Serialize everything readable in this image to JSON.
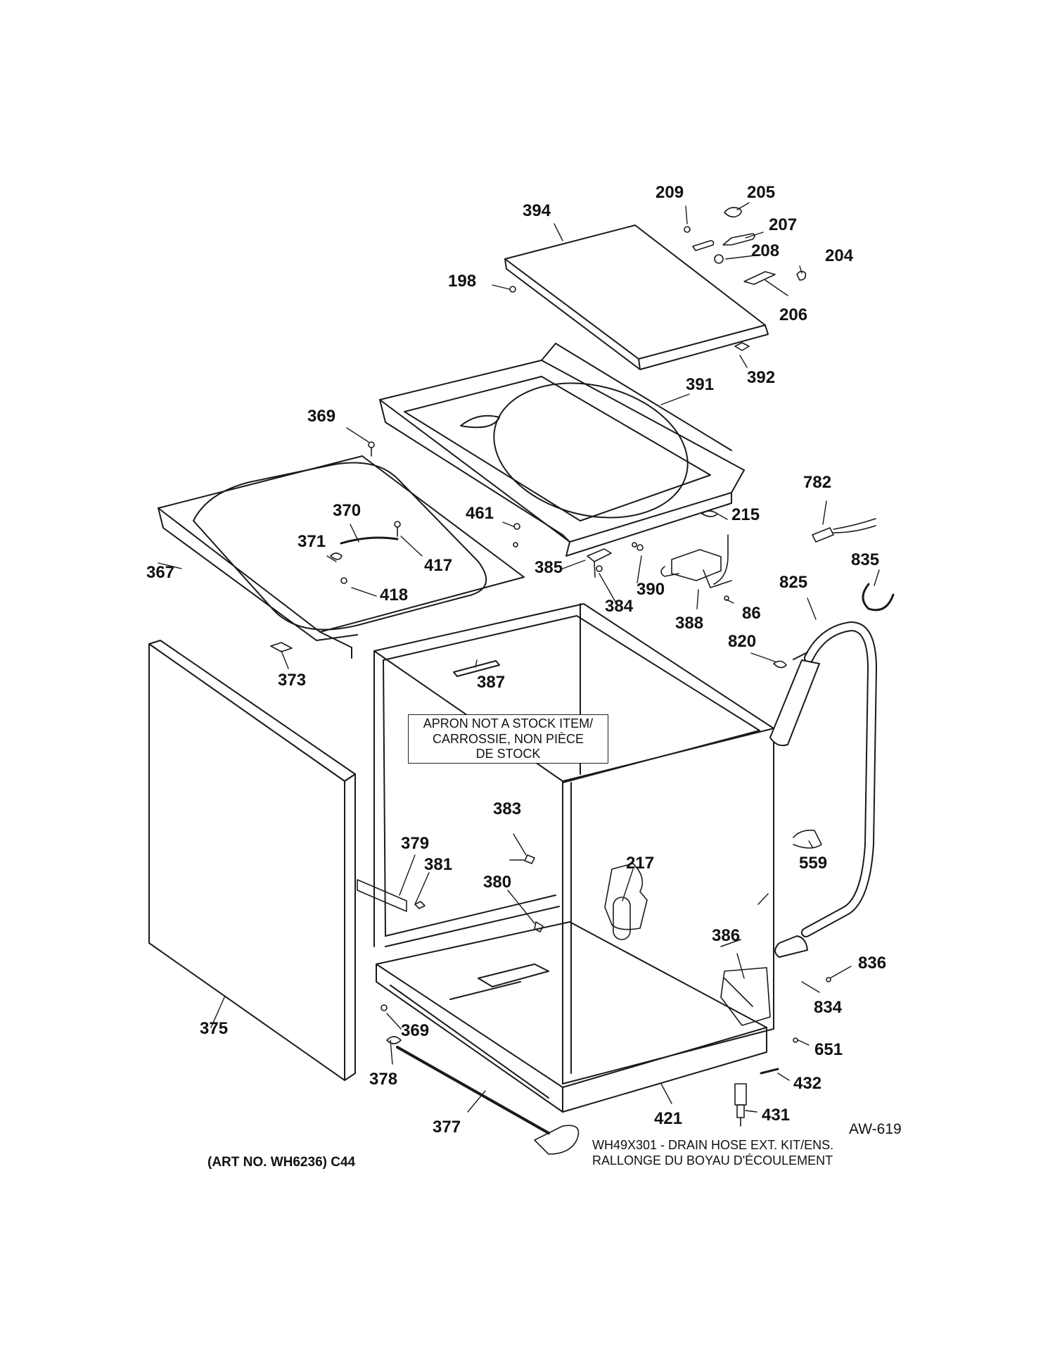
{
  "diagram": {
    "parts": [
      {
        "id": "p209",
        "label": "209"
      },
      {
        "id": "p205",
        "label": "205"
      },
      {
        "id": "p394",
        "label": "394"
      },
      {
        "id": "p207",
        "label": "207"
      },
      {
        "id": "p208",
        "label": "208"
      },
      {
        "id": "p204",
        "label": "204"
      },
      {
        "id": "p198",
        "label": "198"
      },
      {
        "id": "p206",
        "label": "206"
      },
      {
        "id": "p392",
        "label": "392"
      },
      {
        "id": "p391",
        "label": "391"
      },
      {
        "id": "p369a",
        "label": "369"
      },
      {
        "id": "p782",
        "label": "782"
      },
      {
        "id": "p370",
        "label": "370"
      },
      {
        "id": "p461",
        "label": "461"
      },
      {
        "id": "p215",
        "label": "215"
      },
      {
        "id": "p835",
        "label": "835"
      },
      {
        "id": "p371",
        "label": "371"
      },
      {
        "id": "p417",
        "label": "417"
      },
      {
        "id": "p385",
        "label": "385"
      },
      {
        "id": "p825",
        "label": "825"
      },
      {
        "id": "p390",
        "label": "390"
      },
      {
        "id": "p367",
        "label": "367"
      },
      {
        "id": "p418",
        "label": "418"
      },
      {
        "id": "p384",
        "label": "384"
      },
      {
        "id": "p86",
        "label": "86"
      },
      {
        "id": "p388",
        "label": "388"
      },
      {
        "id": "p820",
        "label": "820"
      },
      {
        "id": "p373",
        "label": "373"
      },
      {
        "id": "p387",
        "label": "387"
      },
      {
        "id": "p383",
        "label": "383"
      },
      {
        "id": "p217",
        "label": "217"
      },
      {
        "id": "p559",
        "label": "559"
      },
      {
        "id": "p379",
        "label": "379"
      },
      {
        "id": "p381",
        "label": "381"
      },
      {
        "id": "p380",
        "label": "380"
      },
      {
        "id": "p386",
        "label": "386"
      },
      {
        "id": "p836",
        "label": "836"
      },
      {
        "id": "p834",
        "label": "834"
      },
      {
        "id": "p375",
        "label": "375"
      },
      {
        "id": "p369b",
        "label": "369"
      },
      {
        "id": "p651",
        "label": "651"
      },
      {
        "id": "p378",
        "label": "378"
      },
      {
        "id": "p432",
        "label": "432"
      },
      {
        "id": "p431",
        "label": "431"
      },
      {
        "id": "p421",
        "label": "421"
      },
      {
        "id": "p377",
        "label": "377"
      }
    ],
    "apron_note": [
      "APRON NOT A STOCK ITEM/",
      "CARROSSIE, NON PIÈCE",
      "DE STOCK"
    ],
    "kit_note": [
      "WH49X301 - DRAIN HOSE EXT. KIT/ENS.",
      "RALLONGE DU BOYAU D'ÉCOULEMENT"
    ],
    "art_no": "(ART NO. WH6236) C44",
    "diagram_code": "AW-619"
  }
}
